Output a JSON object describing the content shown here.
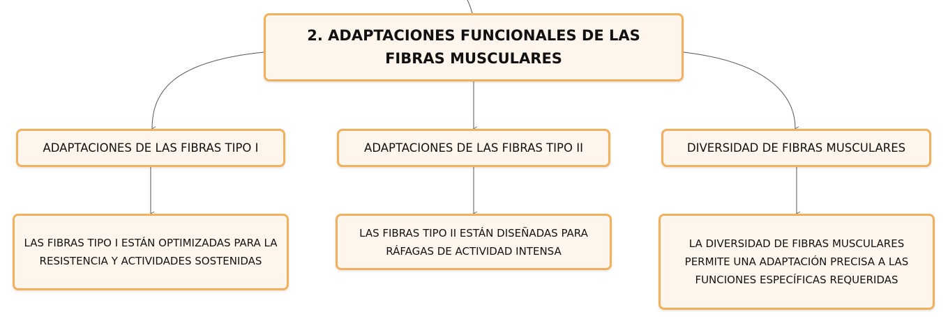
{
  "diagram": {
    "root": {
      "label": "2. ADAPTACIONES FUNCIONALES DE LAS FIBRAS MUSCULARES"
    },
    "branches": [
      {
        "label": "ADAPTACIONES DE LAS FIBRAS TIPO I",
        "detail": "LAS FIBRAS TIPO I ESTÁN OPTIMIZADAS PARA LA RESISTENCIA Y ACTIVIDADES SOSTENIDAS"
      },
      {
        "label": "ADAPTACIONES DE LAS FIBRAS TIPO II",
        "detail": "LAS FIBRAS TIPO II ESTÁN DISEÑADAS PARA RÁFAGAS DE ACTIVIDAD INTENSA"
      },
      {
        "label": "DIVERSIDAD DE FIBRAS MUSCULARES",
        "detail": "LA DIVERSIDAD DE FIBRAS MUSCULARES PERMITE UNA ADAPTACIÓN PRECISA A LAS FUNCIONES ESPECÍFICAS REQUERIDAS"
      }
    ],
    "colors": {
      "node_fill": "#fef6ec",
      "node_border": "#f3b05c",
      "connector": "#555555",
      "text": "#111111"
    }
  }
}
